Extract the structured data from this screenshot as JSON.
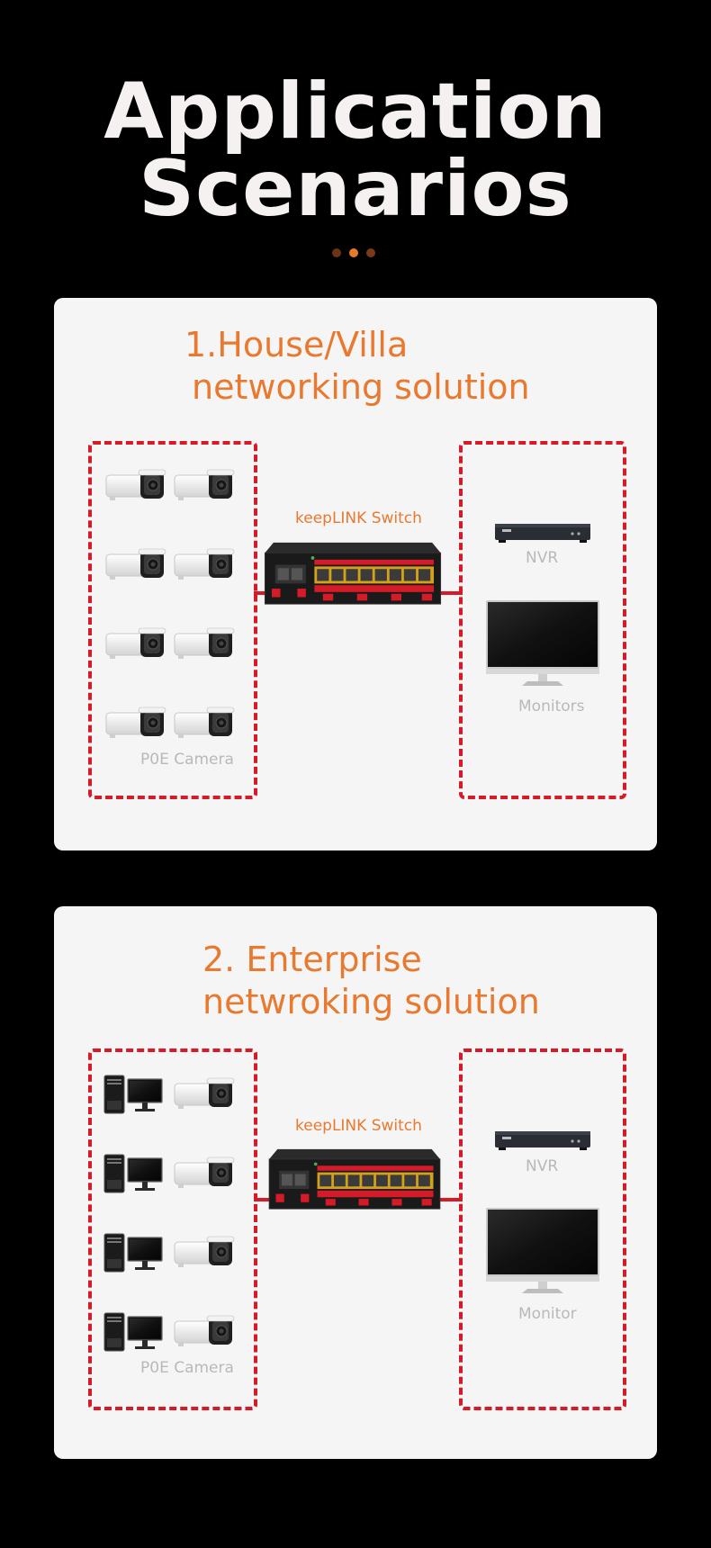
{
  "page": {
    "title_line1": "Application",
    "title_line2": "Scenarios"
  },
  "colors": {
    "background": "#000000",
    "card": "#f5f5f5",
    "accent_orange": "#e8792f",
    "dash_red": "#d51b27",
    "caption_gray": "#b9b9b9",
    "dot_dim": "#6b3318",
    "dot_active": "#e8792f"
  },
  "scenarios": [
    {
      "heading_line1": "1.House/Villa",
      "heading_line2": "networking solution",
      "switch_label": "keepLINK Switch",
      "left_caption": "P0E Camera",
      "right_top_caption": "NVR",
      "right_bottom_caption": "Monitors",
      "left_devices": [
        "camera",
        "camera",
        "camera",
        "camera",
        "camera",
        "camera",
        "camera",
        "camera"
      ]
    },
    {
      "heading_line1": "2. Enterprise",
      "heading_line2": "netwroking solution",
      "switch_label": "keepLINK Switch",
      "left_caption": "P0E Camera",
      "right_top_caption": "NVR",
      "right_bottom_caption": "Monitor",
      "left_devices": [
        "computer",
        "camera",
        "computer",
        "camera",
        "computer",
        "camera",
        "computer",
        "camera"
      ]
    }
  ]
}
